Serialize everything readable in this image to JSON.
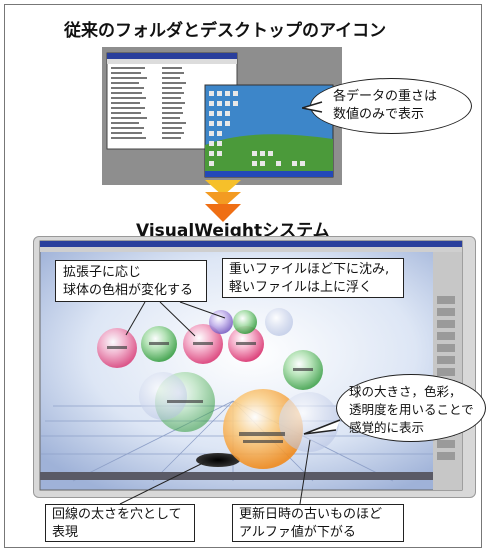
{
  "section_top_title": "従来のフォルダとデスクトップのアイコン",
  "section_bottom_title": "VisualWeightシステム",
  "callout_top": [
    "各データの重さは",
    "数値のみで表示"
  ],
  "callout_extension": [
    "拡張子に応じ",
    "球体の色相が変化する"
  ],
  "callout_heavy": [
    "重いファイルほど下に沈み,",
    "軽いファイルは上に浮く"
  ],
  "callout_size": [
    "球の大きさ，色彩，",
    "透明度を用いることで",
    "感覚的に表示"
  ],
  "callout_hole": [
    "回線の太さを穴として",
    "表現"
  ],
  "callout_alpha": [
    "更新日時の古いものほど",
    "アルファ値が下がる"
  ],
  "colors": {
    "arrow_top": "#f6c02a",
    "arrow_bottom": "#f07a18",
    "sphere_orange": "#f59a2e",
    "sphere_pink": "#e5508a",
    "sphere_green": "#3fae4a",
    "sphere_purple": "#8a6bc9"
  }
}
